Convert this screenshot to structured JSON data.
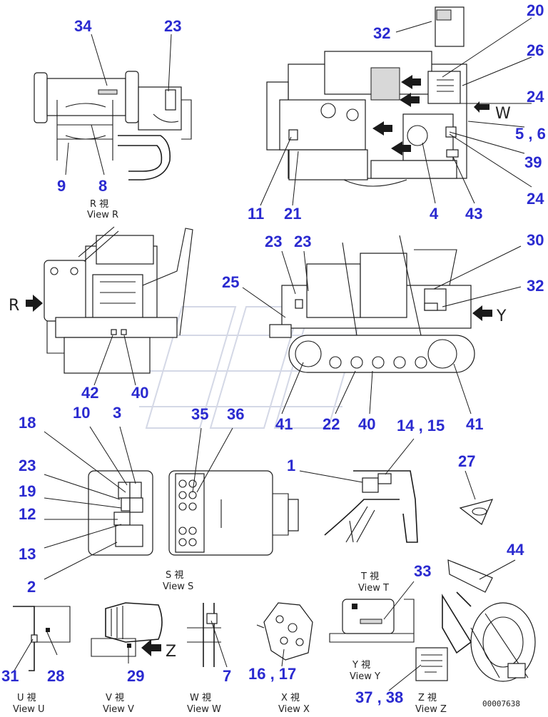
{
  "callouts": {
    "c34": "34",
    "c23a": "23",
    "c9": "9",
    "c8": "8",
    "c32a": "32",
    "c20": "20",
    "c26": "26",
    "c24a": "24",
    "c56": "5 , 6",
    "c39": "39",
    "c24b": "24",
    "c11": "11",
    "c21": "21",
    "c4": "4",
    "c43": "43",
    "c23b": "23",
    "c23c": "23",
    "c30": "30",
    "c25": "25",
    "c32b": "32",
    "c42": "42",
    "c40a": "40",
    "c41a": "41",
    "c22": "22",
    "c40b": "40",
    "c41b": "41",
    "c18": "18",
    "c10": "10",
    "c3": "3",
    "c35": "35",
    "c36": "36",
    "c1": "1",
    "c1415": "14 , 15",
    "c27": "27",
    "c23d": "23",
    "c19": "19",
    "c12": "12",
    "c13": "13",
    "c2": "2",
    "c44": "44",
    "c33": "33",
    "c31": "31",
    "c28": "28",
    "c29": "29",
    "c7": "7",
    "c1617": "16 , 17",
    "c3738": "37 , 38"
  },
  "views": {
    "r_jp": "R 視",
    "r_en": "View R",
    "s_jp": "S 視",
    "s_en": "View S",
    "t_jp": "T 視",
    "t_en": "View T",
    "u_jp": "U 視",
    "u_en": "View U",
    "v_jp": "V 視",
    "v_en": "View V",
    "w_jp": "W 視",
    "w_en": "View W",
    "x_jp": "X 視",
    "x_en": "View X",
    "y_jp": "Y 視",
    "y_en": "View Y",
    "z_jp": "Z 視",
    "z_en": "View Z"
  },
  "arrows": {
    "r": "R",
    "w": "W",
    "y": "Y",
    "z": "Z"
  },
  "drawing_code": "00007638",
  "colors": {
    "callout": "#2a2ad0",
    "line": "#1a1a1a",
    "watermark": "#d4d8e6"
  }
}
